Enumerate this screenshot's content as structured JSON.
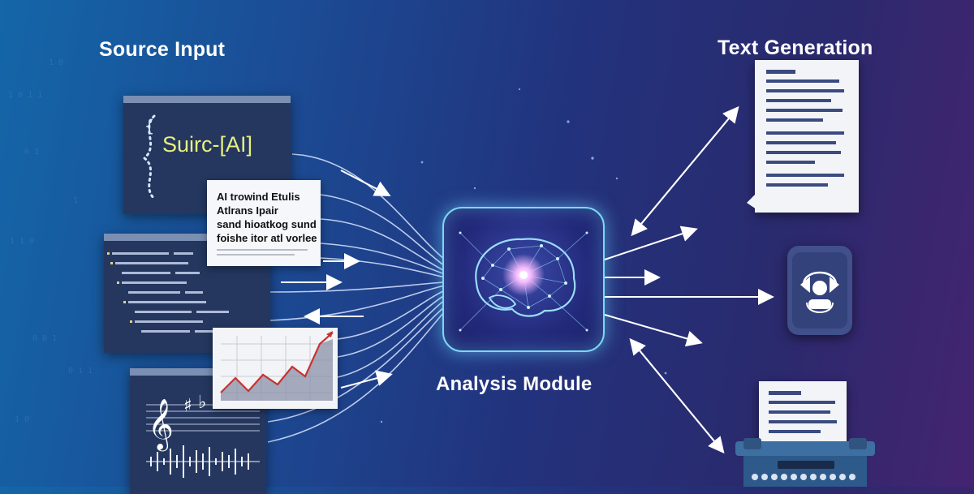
{
  "labels": {
    "source_input": "Source Input",
    "text_generation": "Text Generation",
    "analysis_module": "Analysis Module"
  },
  "sources": {
    "code_snippet_label": "Suirc-[AI]",
    "text_card_lines": [
      "AI trowind Etulis",
      "Atlrans Ipair",
      "sand hioatkog sund",
      "foishe itor atl vorlee"
    ]
  },
  "colors": {
    "background_left": "#1466a8",
    "background_right": "#442470",
    "code_label": "#e7f07f",
    "accent_glow": "#7dd7f3",
    "chart_line": "#c8332f"
  },
  "icons": [
    "brain-network-icon",
    "treble-clef-icon",
    "document-icon",
    "user-avatar-icon",
    "typewriter-icon"
  ]
}
